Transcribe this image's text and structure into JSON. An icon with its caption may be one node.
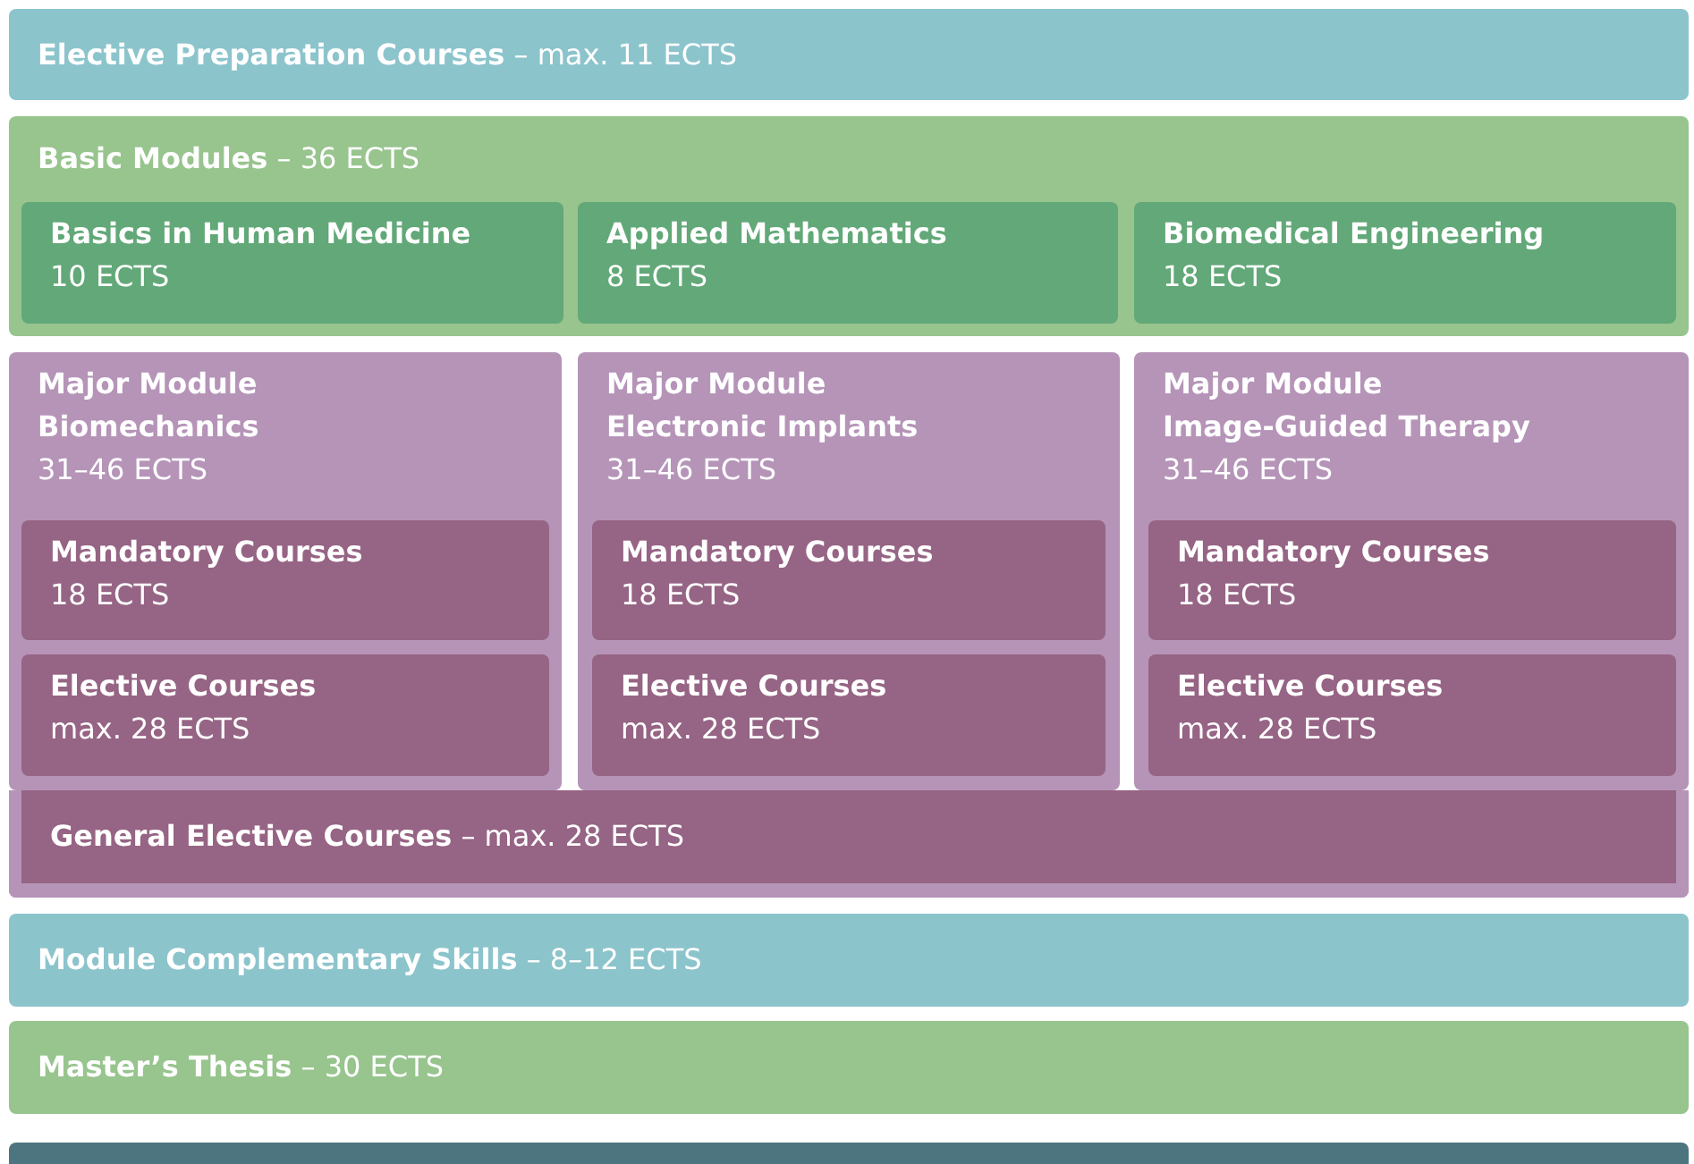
{
  "diagram": {
    "nodes": [
      {
        "text": [
          "**Elective Preparation Courses** – max. 11 ECTS"
        ]
      },
      {
        "text": [
          "**Basic Modules** – 36 ECTS"
        ]
      },
      {
        "text": [
          "Basics in Human Medicine",
          "10 ECTS"
        ],
        "in": 1
      },
      {
        "text": [
          "Applied Mathematics",
          "8 ECTS"
        ],
        "in": 1
      },
      {
        "text": [
          "Biomedical Engineering",
          "18 ECTS"
        ],
        "in": 1
      },
      {
        "text": [
          "Major Module Biomechanics",
          "31–46 ECTS"
        ]
      },
      {
        "text": [
          "Mandatory Courses",
          "18 ECTS"
        ],
        "in": 5
      },
      {
        "text": [
          "Elective Courses",
          "max. 28 ECTS"
        ],
        "in": 5
      },
      {
        "text": [
          "Major Module Electronic Implants",
          "31–46 ECTS"
        ]
      },
      {
        "text": [
          "Mandatory Courses",
          "18 ECTS"
        ],
        "in": 8
      },
      {
        "text": [
          "Elective Courses",
          "max. 28 ECTS"
        ],
        "in": 8
      },
      {
        "text": [
          "Major Module Image-Guided Therapy",
          "31–46 ECTS"
        ]
      },
      {
        "text": [
          "Mandatory Courses",
          "18 ECTS"
        ],
        "in": 11
      },
      {
        "text": [
          "Elective Courses",
          "max. 28 ECTS"
        ],
        "in": 11
      },
      {
        "text": [
          "**General Elective Courses** – max. 28 ECTS"
        ]
      },
      {
        "text": [
          "**Module Complementary Skills** – 8–12 ECTS"
        ]
      },
      {
        "text": [
          "**Master’s Thesis** – 30 ECTS"
        ]
      },
      {
        "text": [],
        "shape": "bar"
      }
    ]
  }
}
